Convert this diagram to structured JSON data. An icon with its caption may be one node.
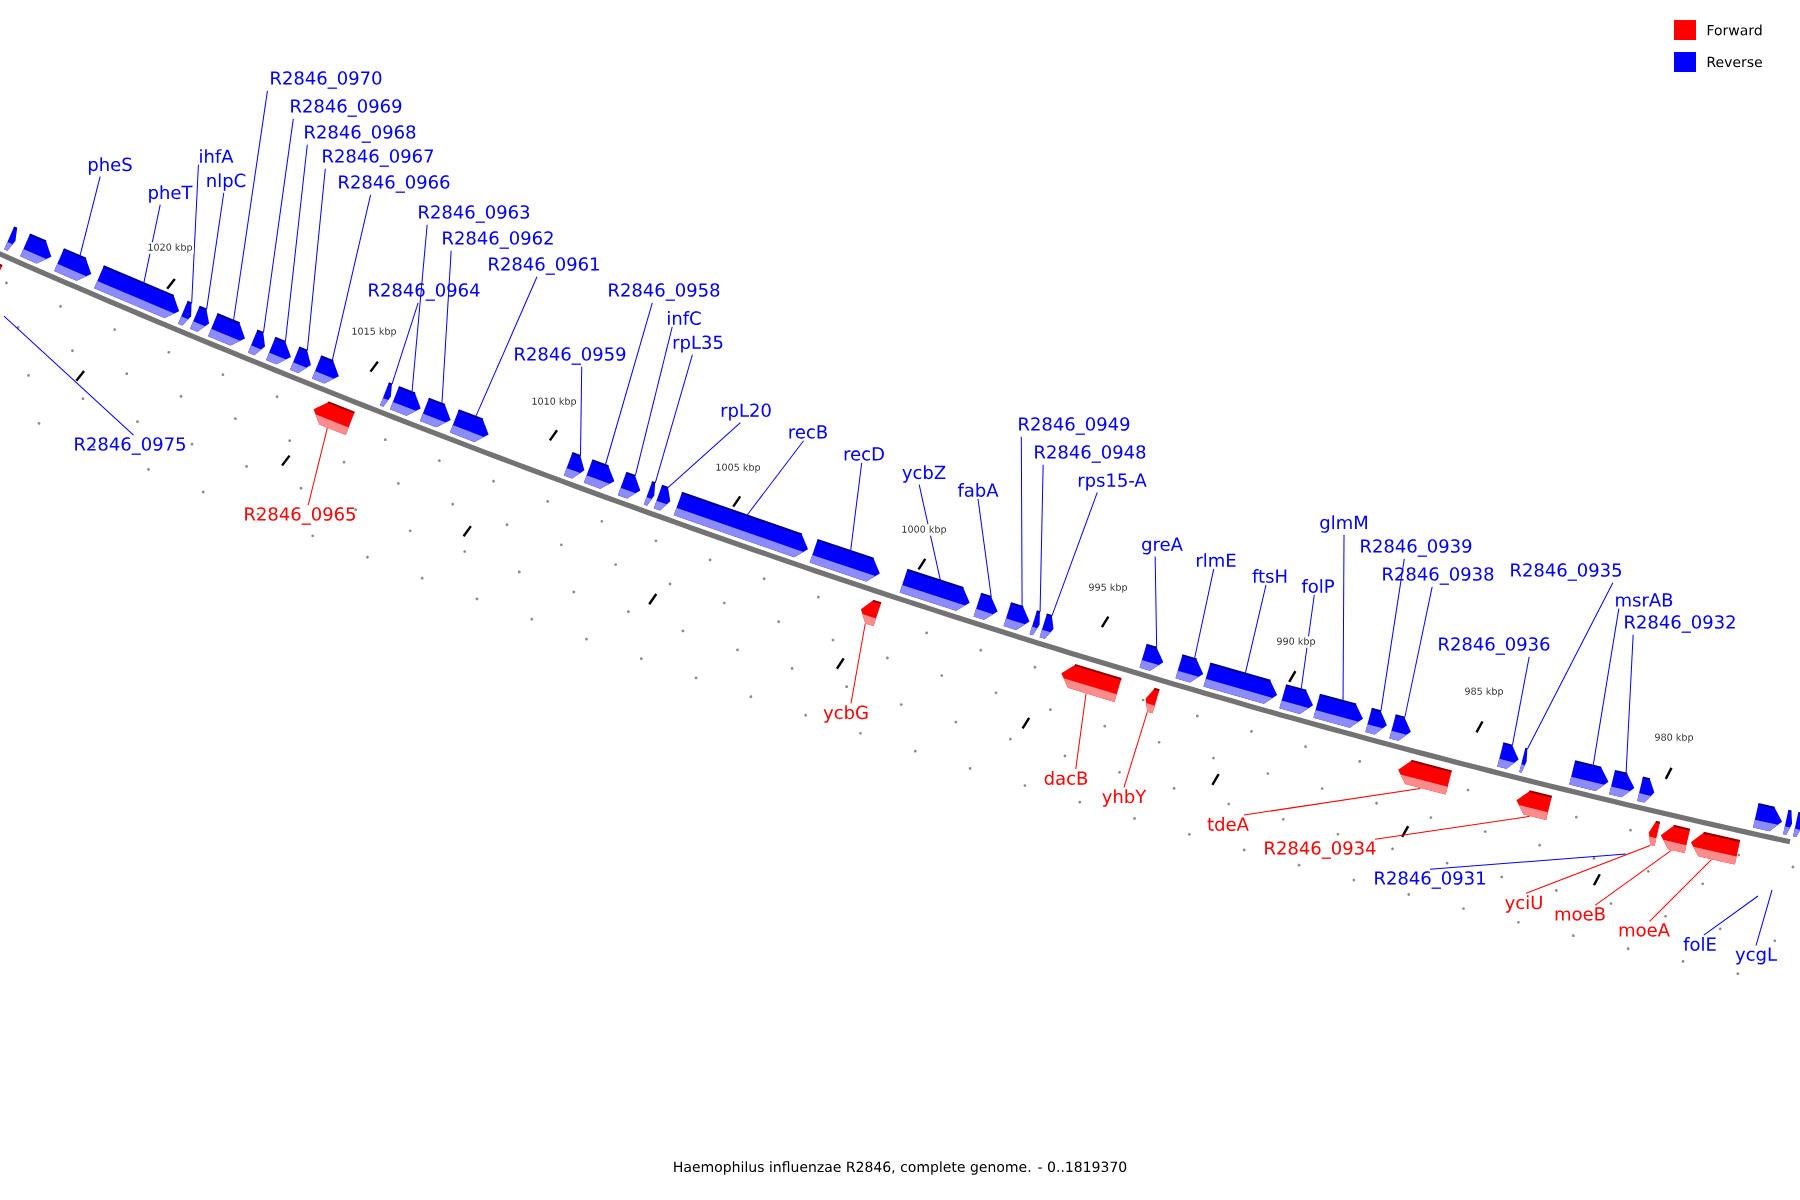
{
  "diagram": {
    "caption": "Haemophilus influenzae R2846, complete genome. - 0..1819370",
    "nodes": [
      {
        "text": [
          "pheS"
        ]
      },
      {
        "text": [
          "pheT"
        ]
      },
      {
        "text": [
          "ihfA"
        ]
      },
      {
        "text": [
          "nlpC"
        ]
      },
      {
        "text": [
          "R2846_0970"
        ]
      },
      {
        "text": [
          "R2846_0969"
        ]
      },
      {
        "text": [
          "R2846_0968"
        ]
      },
      {
        "text": [
          "R2846_0967"
        ]
      },
      {
        "text": [
          "R2846_0966"
        ]
      },
      {
        "text": [
          "R2846_0964"
        ]
      },
      {
        "text": [
          "R2846_0963"
        ]
      },
      {
        "text": [
          "R2846_0962"
        ]
      },
      {
        "text": [
          "R2846_0961"
        ]
      },
      {
        "text": [
          "R2846_0975"
        ]
      },
      {
        "text": [
          "R2846_0965"
        ]
      },
      {
        "text": [
          "R2846_0959"
        ]
      },
      {
        "text": [
          "R2846_0958"
        ]
      },
      {
        "text": [
          "infC"
        ]
      },
      {
        "text": [
          "rpL35"
        ]
      },
      {
        "text": [
          "rpL20"
        ]
      },
      {
        "text": [
          "recB"
        ]
      },
      {
        "text": [
          "recD"
        ]
      },
      {
        "text": [
          "ycbG"
        ]
      },
      {
        "text": [
          "ycbZ"
        ]
      },
      {
        "text": [
          "fabA"
        ]
      },
      {
        "text": [
          "R2846_0949"
        ]
      },
      {
        "text": [
          "R2846_0948"
        ]
      },
      {
        "text": [
          "rps15-A"
        ]
      },
      {
        "text": [
          "dacB"
        ]
      },
      {
        "text": [
          "yhbY"
        ]
      },
      {
        "text": [
          "greA"
        ]
      },
      {
        "text": [
          "rlmE"
        ]
      },
      {
        "text": [
          "ftsH"
        ]
      },
      {
        "text": [
          "folP"
        ]
      },
      {
        "text": [
          "tdeA"
        ]
      },
      {
        "text": [
          "glmM"
        ]
      },
      {
        "text": [
          "R2846_0939"
        ]
      },
      {
        "text": [
          "R2846_0938"
        ]
      },
      {
        "text": [
          "R2846_0934"
        ]
      },
      {
        "text": [
          "R2846_0931"
        ]
      },
      {
        "text": [
          "R2846_0936"
        ]
      },
      {
        "text": [
          "R2846_0935"
        ]
      },
      {
        "text": [
          "yciU"
        ]
      },
      {
        "text": [
          "moeB"
        ]
      },
      {
        "text": [
          "msrAB"
        ]
      },
      {
        "text": [
          "R2846_0932"
        ]
      },
      {
        "text": [
          "moeA"
        ]
      },
      {
        "text": [
          "folE"
        ]
      },
      {
        "text": [
          "ycgL"
        ]
      },
      {
        "text": [],
        "shape": "arrow"
      },
      {
        "text": [],
        "shape": "arrow"
      },
      {
        "text": [],
        "shape": "arrow"
      },
      {
        "text": [],
        "shape": "arrow"
      },
      {
        "text": [],
        "shape": "arrow"
      },
      {
        "text": [],
        "shape": "arrow"
      },
      {
        "text": [],
        "shape": "arrow"
      },
      {
        "text": [],
        "shape": "arrow"
      },
      {
        "text": [],
        "shape": "arrow"
      },
      {
        "text": [],
        "shape": "arrow"
      },
      {
        "text": [],
        "shape": "arrow"
      },
      {
        "text": [],
        "shape": "arrow"
      },
      {
        "text": [],
        "shape": "arrow"
      },
      {
        "text": [],
        "shape": "arrow"
      },
      {
        "text": [],
        "shape": "arrow"
      },
      {
        "text": [],
        "shape": "arrow"
      },
      {
        "text": [],
        "shape": "arrow"
      },
      {
        "text": [],
        "shape": "arrow"
      },
      {
        "text": [],
        "shape": "arrow"
      },
      {
        "text": [],
        "shape": "arrow"
      },
      {
        "text": [],
        "shape": "arrow"
      },
      {
        "text": [],
        "shape": "arrow"
      },
      {
        "text": [],
        "shape": "arrow"
      },
      {
        "text": [],
        "shape": "arrow"
      },
      {
        "text": [],
        "shape": "arrow"
      },
      {
        "text": [],
        "shape": "arrow"
      },
      {
        "text": [],
        "shape": "arrow"
      },
      {
        "text": [],
        "shape": "arrow"
      },
      {
        "text": [],
        "shape": "arrow"
      },
      {
        "text": [],
        "shape": "arrow"
      },
      {
        "text": [],
        "shape": "arrow"
      },
      {
        "text": [],
        "shape": "arrow"
      },
      {
        "text": [],
        "shape": "arrow"
      },
      {
        "text": [],
        "shape": "arrow"
      },
      {
        "text": [],
        "shape": "arrow"
      },
      {
        "text": [],
        "shape": "arrow"
      },
      {
        "text": [],
        "shape": "arrow"
      },
      {
        "text": [],
        "shape": "arrow"
      },
      {
        "text": [],
        "shape": "arrow"
      },
      {
        "text": [],
        "shape": "arrow"
      },
      {
        "text": [],
        "shape": "arrow"
      },
      {
        "text": [],
        "shape": "arrow"
      },
      {
        "text": [],
        "shape": "arrow"
      },
      {
        "text": [],
        "shape": "arrow"
      },
      {
        "text": [],
        "shape": "arrow"
      },
      {
        "text": [],
        "shape": "arrow"
      },
      {
        "text": [],
        "shape": "arrow"
      },
      {
        "text": [],
        "shape": "arrow"
      },
      {
        "text": [],
        "shape": "arrow"
      },
      {
        "text": [],
        "shape": "arrow"
      },
      {
        "text": [],
        "shape": "arrow"
      },
      {
        "text": [],
        "shape": "arrow"
      }
    ],
    "edges": [
      {
        "from": 0,
        "to": 51,
        "arrow": "none"
      },
      {
        "from": 1,
        "to": 52,
        "arrow": "none"
      },
      {
        "from": 2,
        "to": 53,
        "arrow": "none"
      },
      {
        "from": 3,
        "to": 54,
        "arrow": "none"
      },
      {
        "from": 4,
        "to": 55,
        "arrow": "none"
      },
      {
        "from": 5,
        "to": 56,
        "arrow": "none"
      },
      {
        "from": 6,
        "to": 57,
        "arrow": "none"
      },
      {
        "from": 7,
        "to": 58,
        "arrow": "none"
      },
      {
        "from": 8,
        "to": 59,
        "arrow": "none"
      },
      {
        "from": 9,
        "to": 60,
        "arrow": "none"
      },
      {
        "from": 10,
        "to": 61,
        "arrow": "none"
      },
      {
        "from": 11,
        "to": 62,
        "arrow": "none"
      },
      {
        "from": 12,
        "to": 63,
        "arrow": "none"
      },
      {
        "from": 13,
        "to": null,
        "arrow": "none"
      },
      {
        "from": 14,
        "to": 92,
        "arrow": "none",
        "color": "#ff0000"
      },
      {
        "from": 15,
        "to": 64,
        "arrow": "none"
      },
      {
        "from": 16,
        "to": 65,
        "arrow": "none"
      },
      {
        "from": 17,
        "to": 66,
        "arrow": "none"
      },
      {
        "from": 18,
        "to": 67,
        "arrow": "none"
      },
      {
        "from": 19,
        "to": 68,
        "arrow": "none"
      },
      {
        "from": 20,
        "to": 69,
        "arrow": "none"
      },
      {
        "from": 21,
        "to": 70,
        "arrow": "none"
      },
      {
        "from": 22,
        "to": 93,
        "arrow": "none",
        "color": "#ff0000"
      },
      {
        "from": 23,
        "to": 71,
        "arrow": "none"
      },
      {
        "from": 24,
        "to": 72,
        "arrow": "none"
      },
      {
        "from": 25,
        "to": 73,
        "arrow": "none"
      },
      {
        "from": 26,
        "to": 74,
        "arrow": "none"
      },
      {
        "from": 27,
        "to": 75,
        "arrow": "none"
      },
      {
        "from": 28,
        "to": 94,
        "arrow": "none",
        "color": "#ff0000"
      },
      {
        "from": 29,
        "to": 95,
        "arrow": "none",
        "color": "#ff0000"
      },
      {
        "from": 30,
        "to": 76,
        "arrow": "none"
      },
      {
        "from": 31,
        "to": 77,
        "arrow": "none"
      },
      {
        "from": 32,
        "to": 78,
        "arrow": "none"
      },
      {
        "from": 33,
        "to": 79,
        "arrow": "none"
      },
      {
        "from": 34,
        "to": 96,
        "arrow": "none",
        "color": "#ff0000"
      },
      {
        "from": 35,
        "to": 80,
        "arrow": "none"
      },
      {
        "from": 36,
        "to": 81,
        "arrow": "none"
      },
      {
        "from": 37,
        "to": 82,
        "arrow": "none"
      },
      {
        "from": 38,
        "to": 97,
        "arrow": "none",
        "color": "#ff0000"
      },
      {
        "from": 39,
        "to": null,
        "arrow": "none"
      },
      {
        "from": 40,
        "to": 83,
        "arrow": "none"
      },
      {
        "from": 41,
        "to": 84,
        "arrow": "none"
      },
      {
        "from": 42,
        "to": 98,
        "arrow": "none",
        "color": "#ff0000"
      },
      {
        "from": 43,
        "to": 99,
        "arrow": "none",
        "color": "#ff0000"
      },
      {
        "from": 44,
        "to": 85,
        "arrow": "none"
      },
      {
        "from": 45,
        "to": 86,
        "arrow": "none"
      },
      {
        "from": 46,
        "to": 100,
        "arrow": "none",
        "color": "#ff0000"
      },
      {
        "from": 47,
        "to": null,
        "arrow": "none"
      },
      {
        "from": 48,
        "to": null,
        "arrow": "none"
      }
    ],
    "labels": [
      "1020 kbp",
      "1015 kbp",
      "1010 kbp",
      "1005 kbp",
      "1000 kbp",
      "995 kbp",
      "990 kbp",
      "985 kbp",
      "980 kbp"
    ],
    "legend": [
      {
        "text": "Forward",
        "color": "#ff0000"
      },
      {
        "text": "Reverse",
        "color": "#0000ff"
      }
    ]
  }
}
